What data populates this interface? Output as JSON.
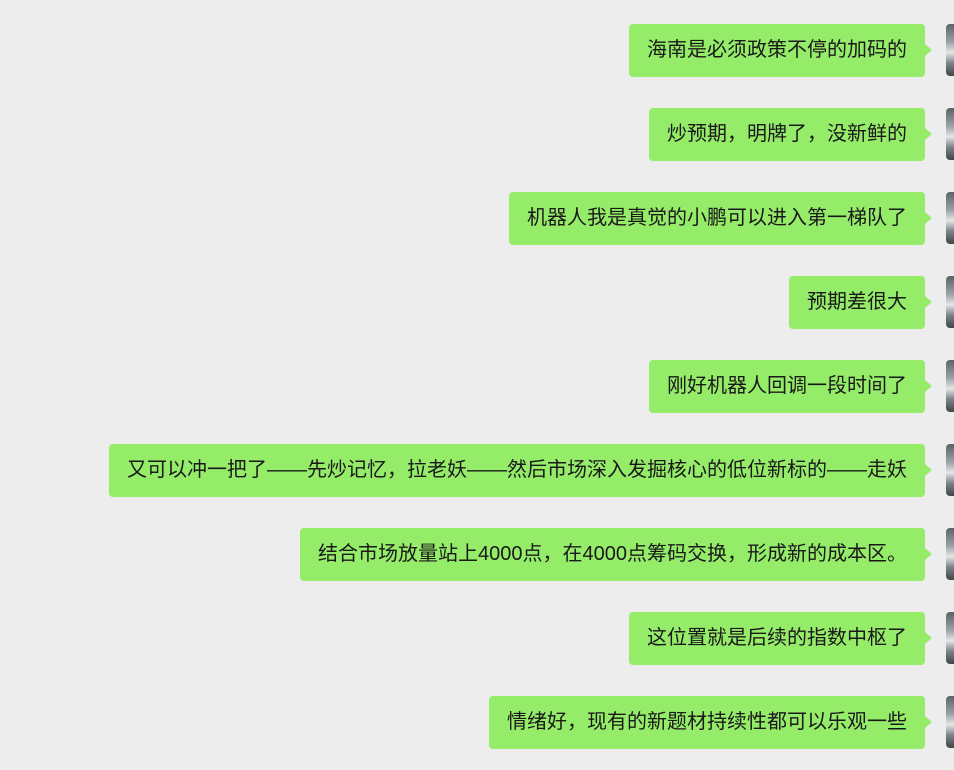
{
  "messages": [
    {
      "text": "海南是必须政策不停的加码的"
    },
    {
      "text": "炒预期，明牌了，没新鲜的"
    },
    {
      "text": "机器人我是真觉的小鹏可以进入第一梯队了"
    },
    {
      "text": "预期差很大"
    },
    {
      "text": "刚好机器人回调一段时间了"
    },
    {
      "text": "又可以冲一把了——先炒记忆，拉老妖——然后市场深入发掘核心的低位新标的——走妖"
    },
    {
      "text": "结合市场放量站上4000点，在4000点筹码交换，形成新的成本区。"
    },
    {
      "text": "这位置就是后续的指数中枢了"
    },
    {
      "text": "情绪好，现有的新题材持续性都可以乐观一些"
    }
  ],
  "colors": {
    "background": "#ededed",
    "bubble": "#95ec69",
    "text": "#191919"
  }
}
